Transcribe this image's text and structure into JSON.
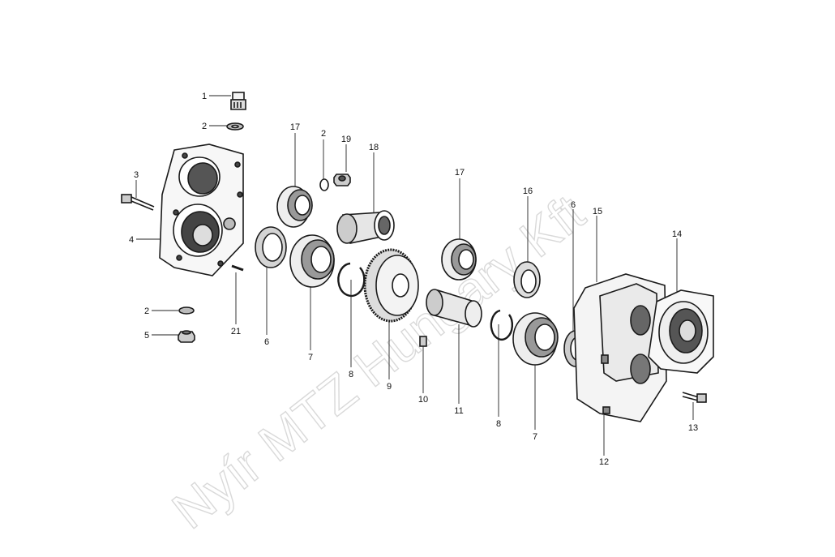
{
  "watermark": "Nyír MTZ Hungary Kft",
  "callouts": [
    {
      "id": "c1",
      "text": "1"
    },
    {
      "id": "c2a",
      "text": "2"
    },
    {
      "id": "c3",
      "text": "3"
    },
    {
      "id": "c4",
      "text": "4"
    },
    {
      "id": "c2b",
      "text": "2"
    },
    {
      "id": "c5",
      "text": "5"
    },
    {
      "id": "c21",
      "text": "21"
    },
    {
      "id": "c6a",
      "text": "6"
    },
    {
      "id": "c7a",
      "text": "7"
    },
    {
      "id": "c17a",
      "text": "17"
    },
    {
      "id": "c2c",
      "text": "2"
    },
    {
      "id": "c19",
      "text": "19"
    },
    {
      "id": "c18",
      "text": "18"
    },
    {
      "id": "c8a",
      "text": "8"
    },
    {
      "id": "c9",
      "text": "9"
    },
    {
      "id": "c10",
      "text": "10"
    },
    {
      "id": "c11",
      "text": "11"
    },
    {
      "id": "c17b",
      "text": "17"
    },
    {
      "id": "c16",
      "text": "16"
    },
    {
      "id": "c8b",
      "text": "8"
    },
    {
      "id": "c7b",
      "text": "7"
    },
    {
      "id": "c6b",
      "text": "6"
    },
    {
      "id": "c15",
      "text": "15"
    },
    {
      "id": "c14",
      "text": "14"
    },
    {
      "id": "c12",
      "text": "12"
    },
    {
      "id": "c13",
      "text": "13"
    }
  ]
}
